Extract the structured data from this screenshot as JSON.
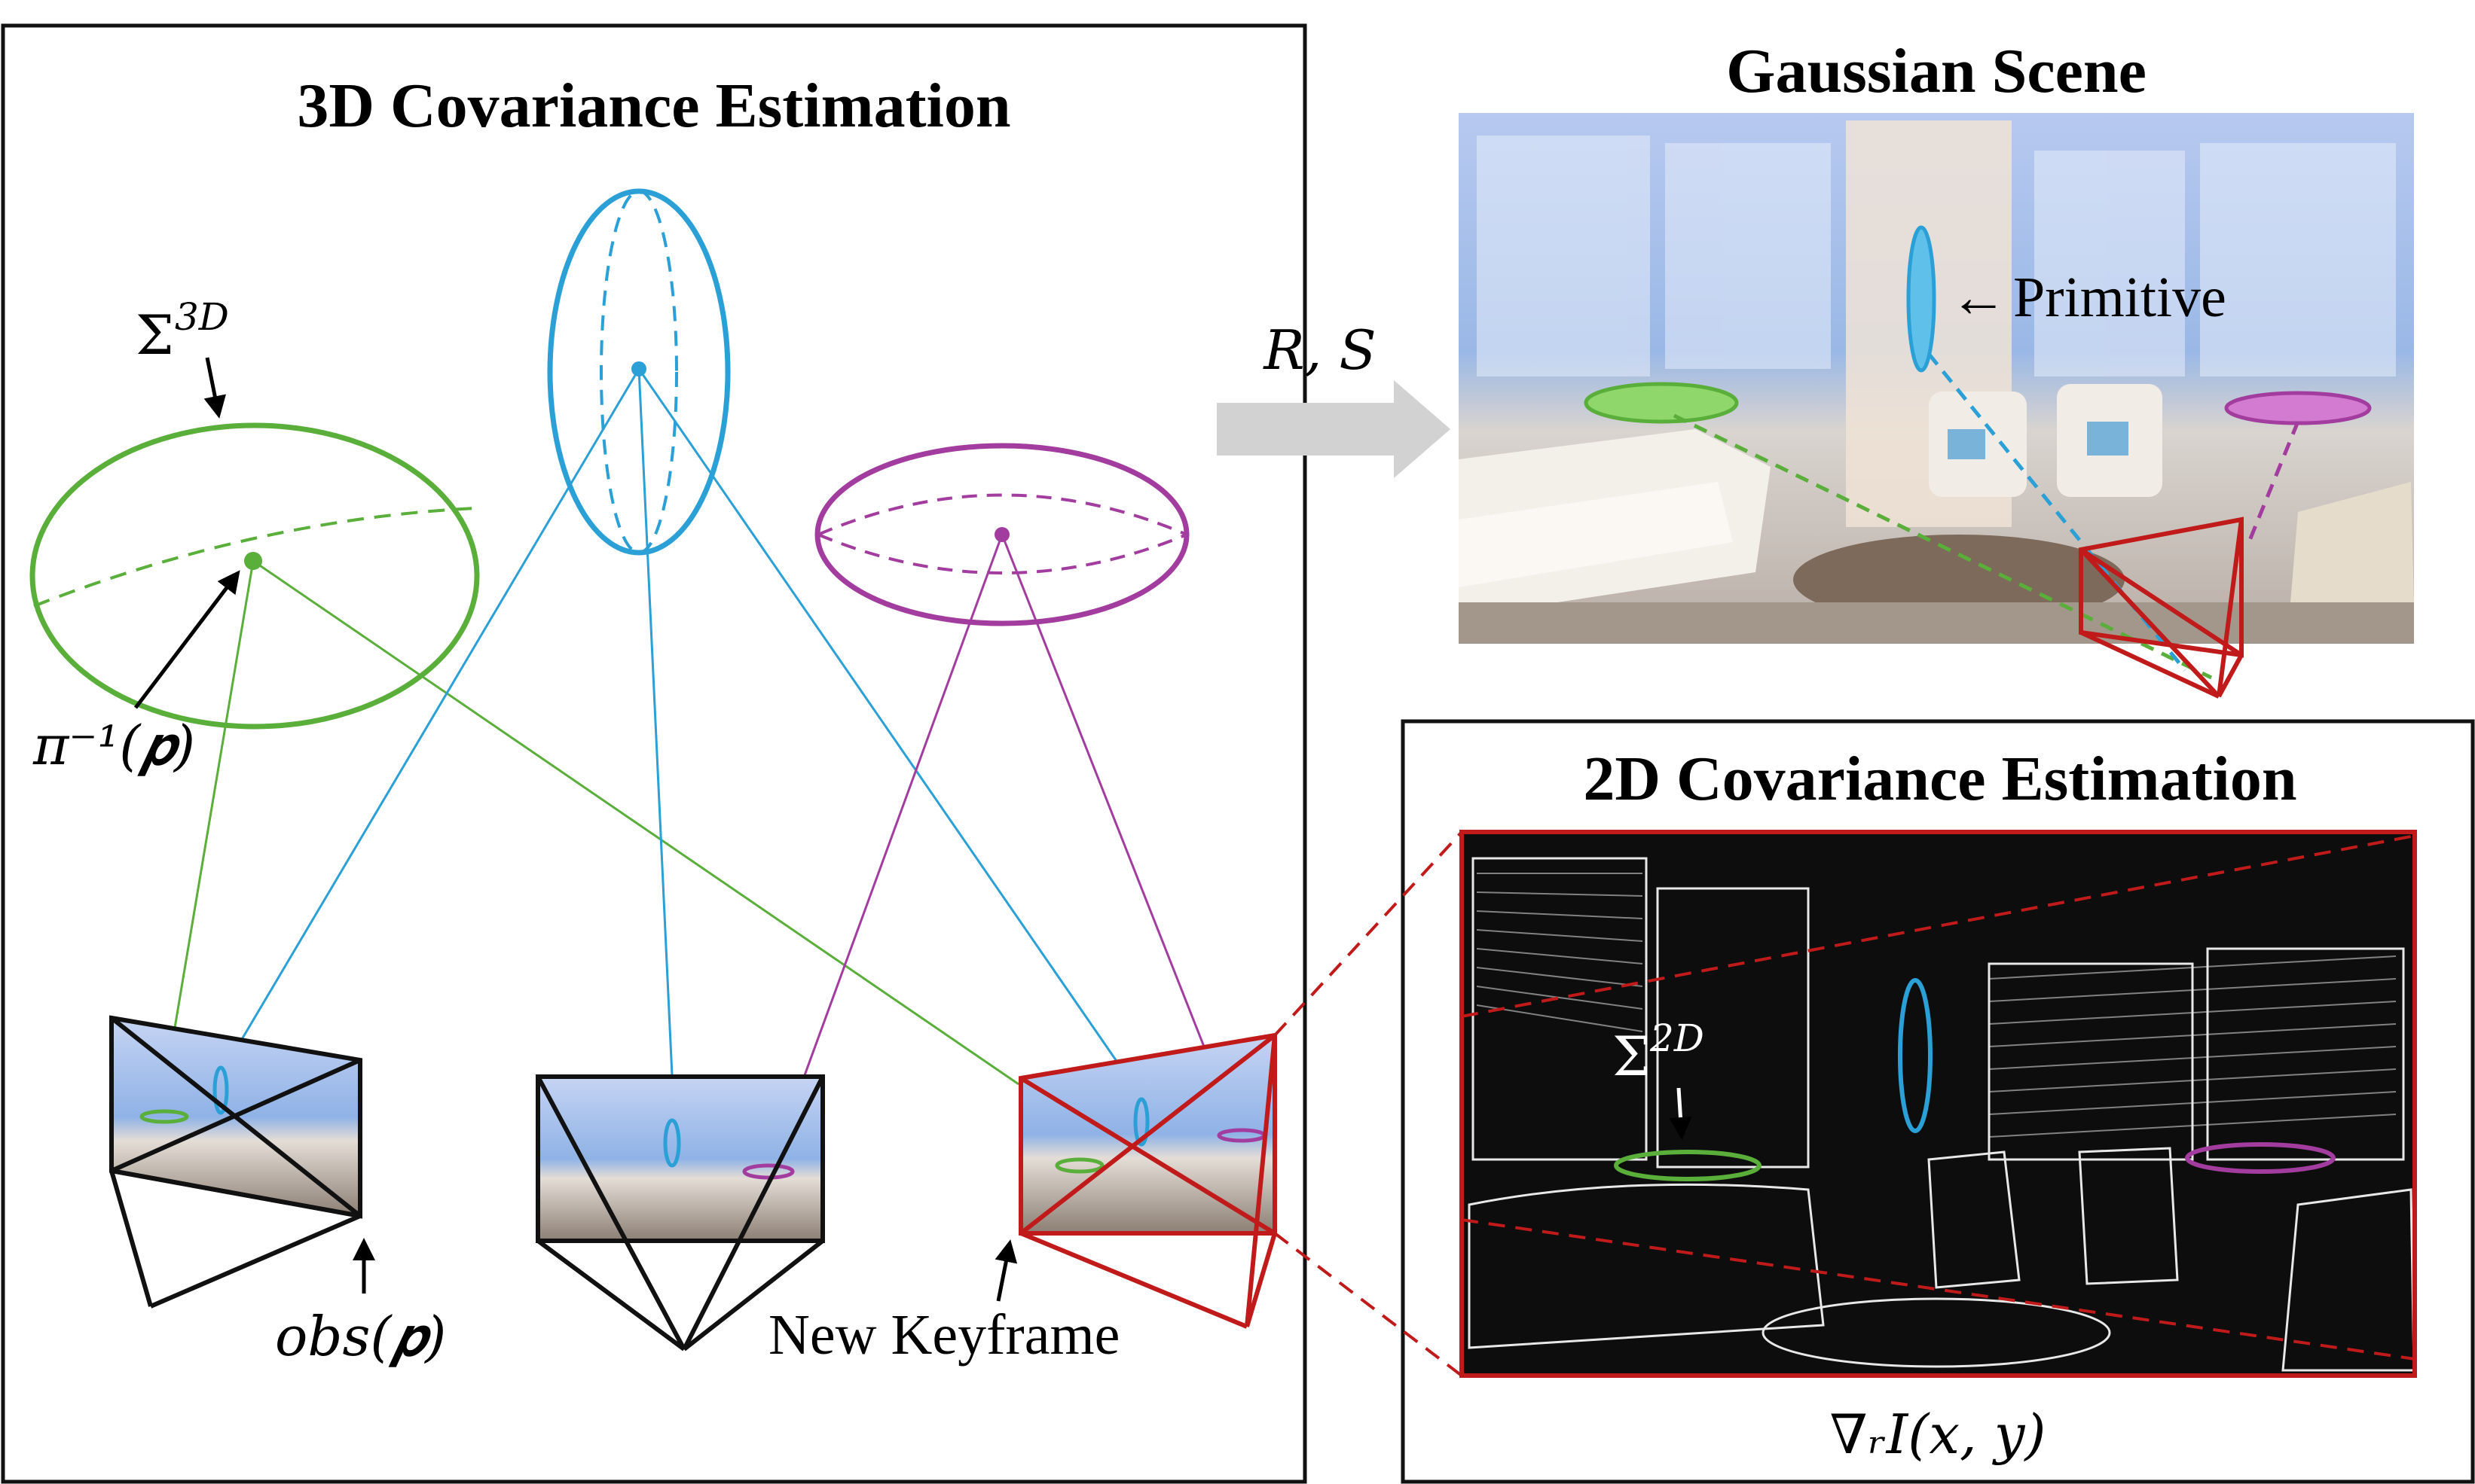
{
  "colors": {
    "green": "#5aae3a",
    "blue": "#2aa0d6",
    "purple": "#a23c9e",
    "red": "#c01a1a",
    "black": "#111111",
    "arrow_gray": "#d2d2d2",
    "scene_sky": "#a9c6ee",
    "edge_bg": "#0d0d0d"
  },
  "left_panel": {
    "title": "3D Covariance Estimation",
    "sigma_3d": {
      "symbol": "Σ",
      "superscript": "3D"
    },
    "backprojection_label": "π⁻¹(𝒑)",
    "observation_label": "obs(𝒑)",
    "new_keyframe_label": "New Keyframe"
  },
  "transfer_arrow": {
    "label": "R, S"
  },
  "gaussian_scene": {
    "title": "Gaussian Scene",
    "primitive_label": "Primitive",
    "primitive_arrow": "←"
  },
  "right_panel": {
    "title": "2D Covariance Estimation",
    "sigma_2d": {
      "symbol": "Σ",
      "superscript": "2D"
    },
    "gradient_label": "∇ᵣI(x, y)"
  }
}
